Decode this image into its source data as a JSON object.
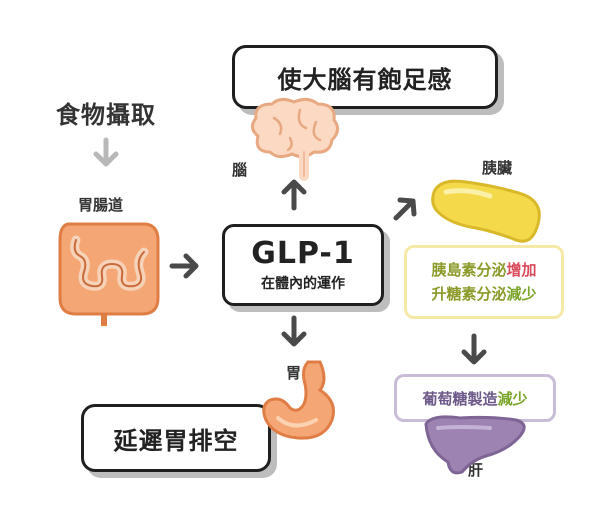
{
  "food_intake": "食物攝取",
  "gut_label": "胃腸道",
  "brain_label": "腦",
  "stomach_label": "胃",
  "pancreas_label": "胰臟",
  "liver_label": "肝",
  "satiety_box": "使大腦有飽足感",
  "empty_box": "延遲胃排空",
  "glp": {
    "title": "GLP-1",
    "subtitle": "在體內的運作"
  },
  "pancreas_effect": {
    "line1_prefix": "胰島素分泌",
    "line1_suffix": "增加",
    "line2_prefix": "升糖素分泌",
    "line2_suffix": "減少"
  },
  "liver_effect": {
    "prefix": "葡萄糖製造",
    "suffix": "減少"
  },
  "colors": {
    "arrow": "#4a4a4a",
    "arrow_light": "#b8b8b8",
    "box_border": "#1f1f1f",
    "shadow": "#bdbdbd",
    "increase": "#d94a5b",
    "decrease": "#7aa52a",
    "pancreas_text": "#8c9a2a",
    "liver_text": "#6d5a8a"
  }
}
